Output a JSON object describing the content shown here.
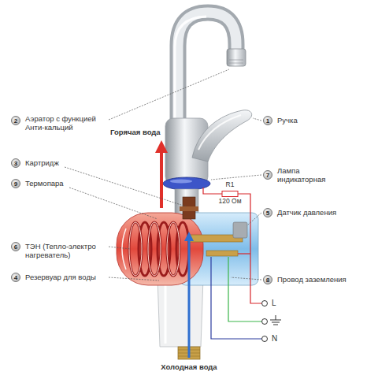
{
  "diagram": {
    "labels": [
      "2",
      "Аэратор с функцией Анти-кальций",
      "1",
      "Ручка",
      "Горячая вода",
      "3",
      "Картридж",
      "7",
      "Лампа индикаторная",
      "9",
      "Термопара",
      "R1",
      "120 Ом",
      "5",
      "Датчик давления",
      "6",
      "ТЭН (Тепло-электро нагреватель)",
      "4",
      "Резервуар для воды",
      "8",
      "Провод заземления",
      "L",
      "N",
      "Холодная вода"
    ]
  }
}
